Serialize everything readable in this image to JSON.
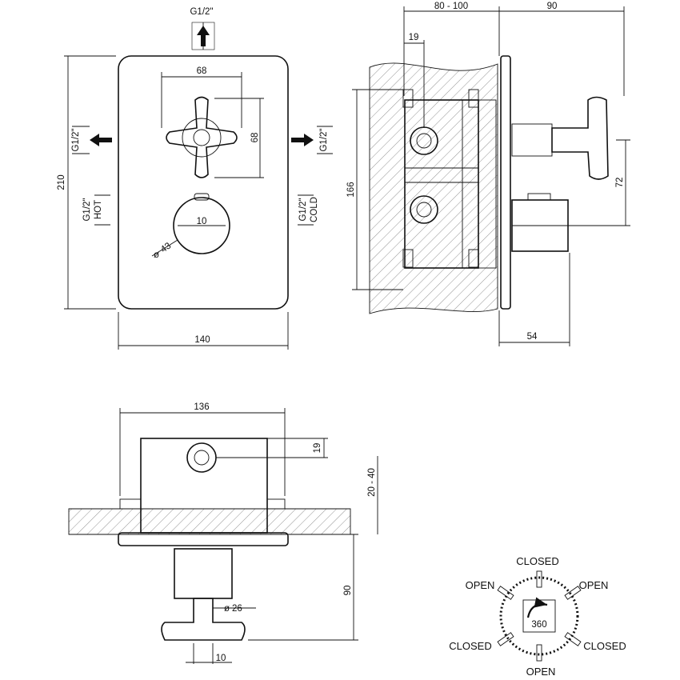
{
  "front_view": {
    "top_inlet": "G1/2\"",
    "left_outlet": "G1/2\"",
    "right_outlet": "G1/2\"",
    "hot_inlet": "G1/2\"",
    "hot_label": "HOT",
    "cold_inlet": "G1/2\"",
    "cold_label": "COLD",
    "dim_handle_width": "68",
    "dim_handle_height": "68",
    "dim_knob_inner": "10",
    "dim_knob_diameter": "43",
    "dim_plate_height": "210",
    "dim_plate_width": "140"
  },
  "side_view": {
    "dim_depth": "80 - 100",
    "dim_projection": "90",
    "dim_inlet_offset": "19",
    "dim_box_height": "166",
    "dim_handle_offset": "72",
    "dim_knob_projection": "54"
  },
  "top_view": {
    "dim_box_width": "136",
    "dim_inlet_offset": "19",
    "dim_wall_range": "20 - 40",
    "dim_projection": "90",
    "dim_handle_diameter": "26",
    "dim_handle_width": "10"
  },
  "rotation_diagram": {
    "top": "CLOSED",
    "upper_left": "OPEN",
    "upper_right": "OPEN",
    "lower_left": "CLOSED",
    "lower_right": "CLOSED",
    "bottom": "OPEN",
    "angle": "360"
  }
}
